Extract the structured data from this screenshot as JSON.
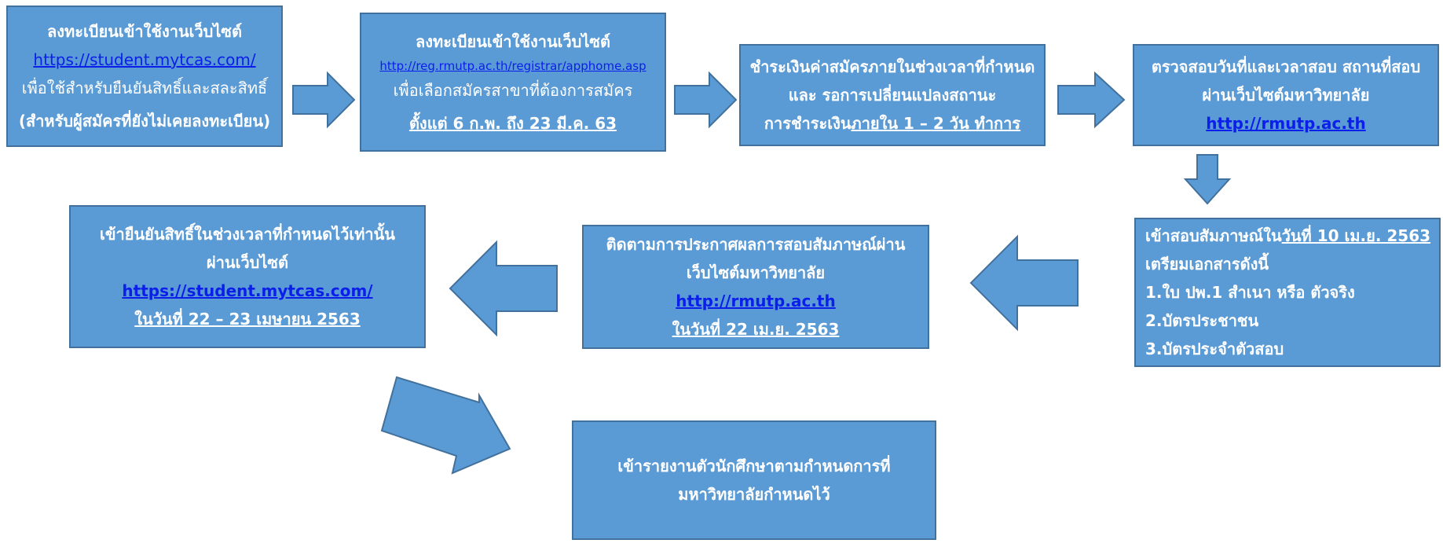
{
  "steps": [
    {
      "l1": "ลงทะเบียนเข้าใช้งานเว็บไซต์",
      "l2": "https://student.mytcas.com/",
      "l3": "เพื่อใช้สำหรับยืนยันสิทธิ์และสละสิทธิ์",
      "l4": "(สำหรับผู้สมัครที่ยังไม่เคยลงทะเบียน)"
    },
    {
      "l1": "ลงทะเบียนเข้าใช้งานเว็บไซต์",
      "l2": "http://reg.rmutp.ac.th/registrar/apphome.asp",
      "l3": "เพื่อเลือกสมัครสาขาที่ต้องการสมัคร",
      "l4": "ตั้งแต่ 6 ก.พ. ถึง 23 มี.ค. 63"
    },
    {
      "l1": "ชำระเงินค่าสมัครภายในช่วงเวลาที่กำหนด",
      "l2": "และ รอการเปลี่ยนแปลงสถานะ",
      "l3a": "การชำระเงิน",
      "l3b": "ภายใน 1 – 2 วัน ทำการ"
    },
    {
      "l1": "ตรวจสอบวันที่และเวลาสอบ สถานที่สอบ",
      "l2": "ผ่านเว็บไซต์มหาวิทยาลัย",
      "l3": "http://rmutp.ac.th"
    },
    {
      "l1a": "เข้าสอบสัมภาษณ์ใน",
      "l1b": "วันที่ 10 เม.ย. 2563",
      "l2": "เตรียมเอกสารดังนี้",
      "l3": "1.ใบ ปพ.1 สำเนา หรือ ตัวจริง",
      "l4": "2.บัตรประชาชน",
      "l5": "3.บัตรประจำตัวสอบ"
    },
    {
      "l1": "ติดตามการประกาศผลการสอบสัมภาษณ์ผ่าน",
      "l2": "เว็บไซต์มหาวิทยาลัย",
      "l3": "http://rmutp.ac.th",
      "l4": "ในวันที่ 22 เม.ย. 2563"
    },
    {
      "l1": "เข้ายืนยันสิทธิ์ในช่วงเวลาที่กำหนดไว้เท่านั้น",
      "l2": "ผ่านเว็บไซต์",
      "l3": "https://student.mytcas.com/",
      "l4": "ในวันที่ 22 – 23 เมษายน 2563"
    },
    {
      "l1": "เข้ารายงานตัวนักศึกษาตามกำหนดการที่",
      "l2": "มหาวิทยาลัยกำหนดไว้"
    }
  ],
  "colors": {
    "box_fill": "#5b9bd5",
    "box_border": "#41719c",
    "text": "#ffffff",
    "link": "#0b1eea"
  }
}
